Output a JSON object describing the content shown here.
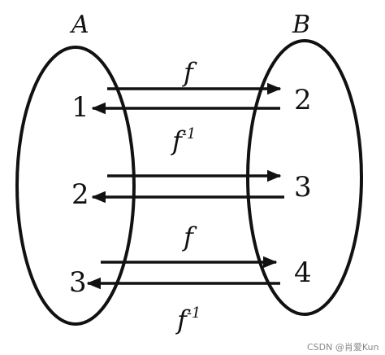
{
  "sets": {
    "a": {
      "label": "A",
      "elements": [
        "1",
        "2",
        "3"
      ]
    },
    "b": {
      "label": "B",
      "elements": [
        "2",
        "3",
        "4"
      ]
    }
  },
  "function_labels": {
    "top_forward": {
      "base": "f",
      "sup": ""
    },
    "top_inverse": {
      "base": "f",
      "sup": "-1"
    },
    "bottom_forward": {
      "base": "f",
      "sup": ""
    },
    "bottom_inverse": {
      "base": "f",
      "sup": "-1"
    }
  },
  "watermark": "CSDN @肖爱Kun"
}
